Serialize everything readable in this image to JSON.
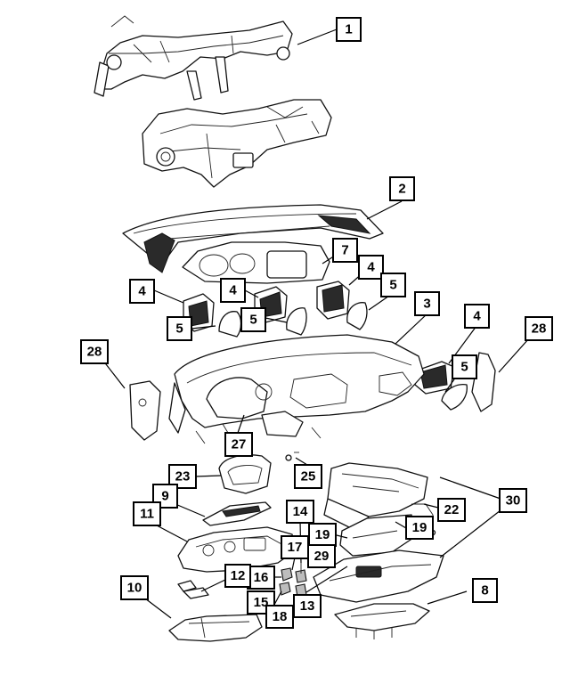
{
  "callouts": [
    {
      "label": "1"
    },
    {
      "label": "2"
    },
    {
      "label": "7"
    },
    {
      "label": "4"
    },
    {
      "label": "5"
    },
    {
      "label": "4"
    },
    {
      "label": "4"
    },
    {
      "label": "5"
    },
    {
      "label": "5"
    },
    {
      "label": "5"
    },
    {
      "label": "3"
    },
    {
      "label": "4"
    },
    {
      "label": "5"
    },
    {
      "label": "28"
    },
    {
      "label": "28"
    },
    {
      "label": "27"
    },
    {
      "label": "25"
    },
    {
      "label": "23"
    },
    {
      "label": "9"
    },
    {
      "label": "11"
    },
    {
      "label": "14"
    },
    {
      "label": "19"
    },
    {
      "label": "29"
    },
    {
      "label": "17"
    },
    {
      "label": "16"
    },
    {
      "label": "12"
    },
    {
      "label": "15"
    },
    {
      "label": "18"
    },
    {
      "label": "13"
    },
    {
      "label": "10"
    },
    {
      "label": "30"
    },
    {
      "label": "22"
    },
    {
      "label": "19"
    },
    {
      "label": "8"
    }
  ]
}
